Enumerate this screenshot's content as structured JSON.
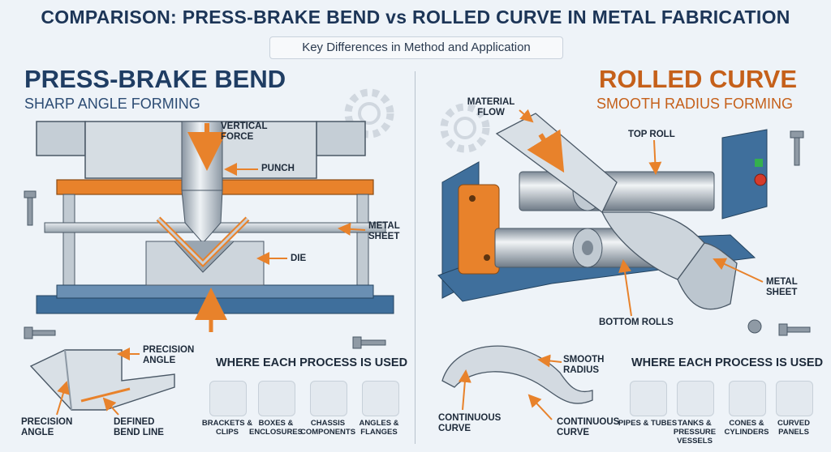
{
  "header": {
    "title": "COMPARISON: PRESS-BRAKE BEND vs ROLLED CURVE IN METAL FABRICATION",
    "subtitle": "Key Differences in Method and Application"
  },
  "left": {
    "heading": "PRESS-BRAKE BEND",
    "subheading": "SHARP ANGLE FORMING",
    "labels": {
      "vertical_force": "VERTICAL FORCE",
      "punch": "PUNCH",
      "metal_sheet": "METAL SHEET",
      "die": "DIE",
      "precision_angle_top": "PRECISION ANGLE",
      "precision_angle_bottom": "PRECISION ANGLE",
      "defined_bend_line": "DEFINED BEND LINE"
    },
    "uses_title": "WHERE EACH PROCESS IS USED",
    "uses": [
      {
        "label": "BRACKETS & CLIPS",
        "icon": "bracket-icon"
      },
      {
        "label": "BOXES & ENCLOSURES",
        "icon": "box-icon"
      },
      {
        "label": "CHASSIS COMPONENTS",
        "icon": "chassis-icon"
      },
      {
        "label": "ANGLES & FLANGES",
        "icon": "angle-icon"
      }
    ]
  },
  "right": {
    "heading": "ROLLED CURVE",
    "subheading": "SMOOTH RADIUS FORMING",
    "labels": {
      "material_flow": "MATERIAL FLOW",
      "top_roll": "TOP ROLL",
      "metal_sheet": "METAL SHEET",
      "bottom_rolls": "BOTTOM ROLLS",
      "smooth_radius": "SMOOTH RADIUS",
      "continuous_curve_left": "CONTINUOUS CURVE",
      "continuous_curve_right": "CONTINUOUS CURVE"
    },
    "uses_title": "WHERE EACH PROCESS IS USED",
    "uses": [
      {
        "label": "PIPES & TUBES",
        "icon": "pipe-icon"
      },
      {
        "label": "TANKS & PRESSURE VESSELS",
        "icon": "tank-icon"
      },
      {
        "label": "CONES & CYLINDERS",
        "icon": "cone-icon"
      },
      {
        "label": "CURVED PANELS",
        "icon": "curved-panel-icon"
      }
    ]
  },
  "colors": {
    "accent_orange": "#e8822b",
    "frame_blue": "#3f6f9c",
    "steel": "#b9c3cc",
    "title_navy": "#1c3557"
  }
}
